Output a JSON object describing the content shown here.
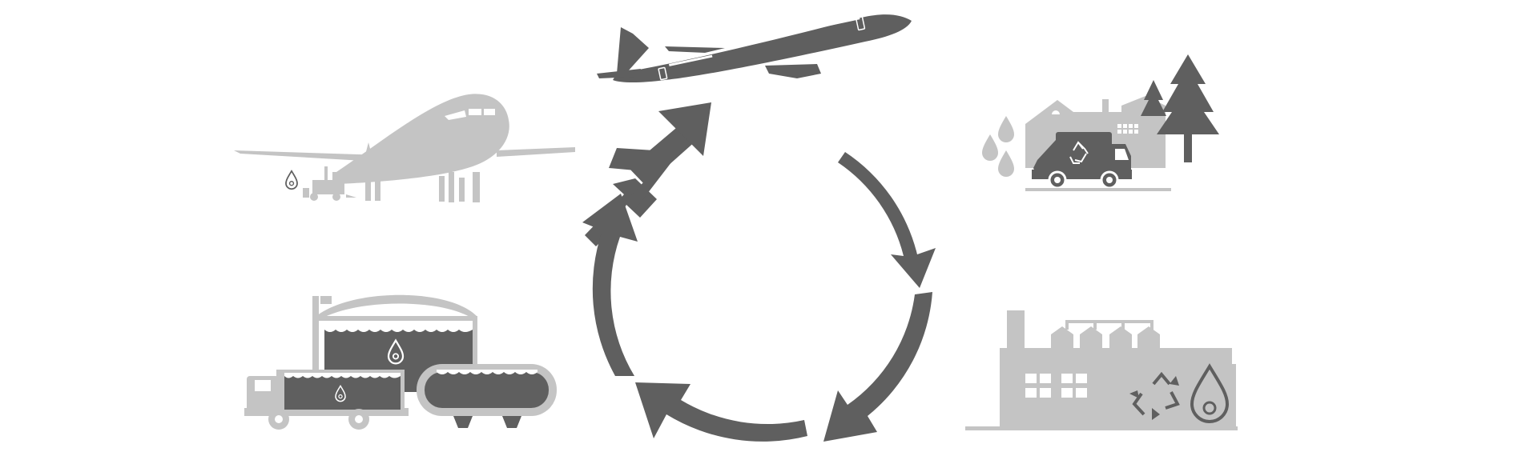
{
  "colors": {
    "dark": "#5f5f5f",
    "light": "#c4c4c4",
    "background": "#ffffff"
  },
  "cycle": {
    "arrow_count": 5,
    "direction": "clockwise"
  },
  "stages": [
    {
      "id": "flight",
      "icon": "airplane-takeoff-icon",
      "tone": "dark"
    },
    {
      "id": "waste-collection",
      "icon": "waste-collection-truck-icon",
      "tone": "dark"
    },
    {
      "id": "biorefinery",
      "icon": "factory-recycling-icon",
      "tone": "light"
    },
    {
      "id": "fuel-storage-transport",
      "icon": "fuel-tank-truck-icon",
      "tone": "light"
    },
    {
      "id": "aircraft-refueling",
      "icon": "parked-airplane-refuel-icon",
      "tone": "light"
    }
  ]
}
